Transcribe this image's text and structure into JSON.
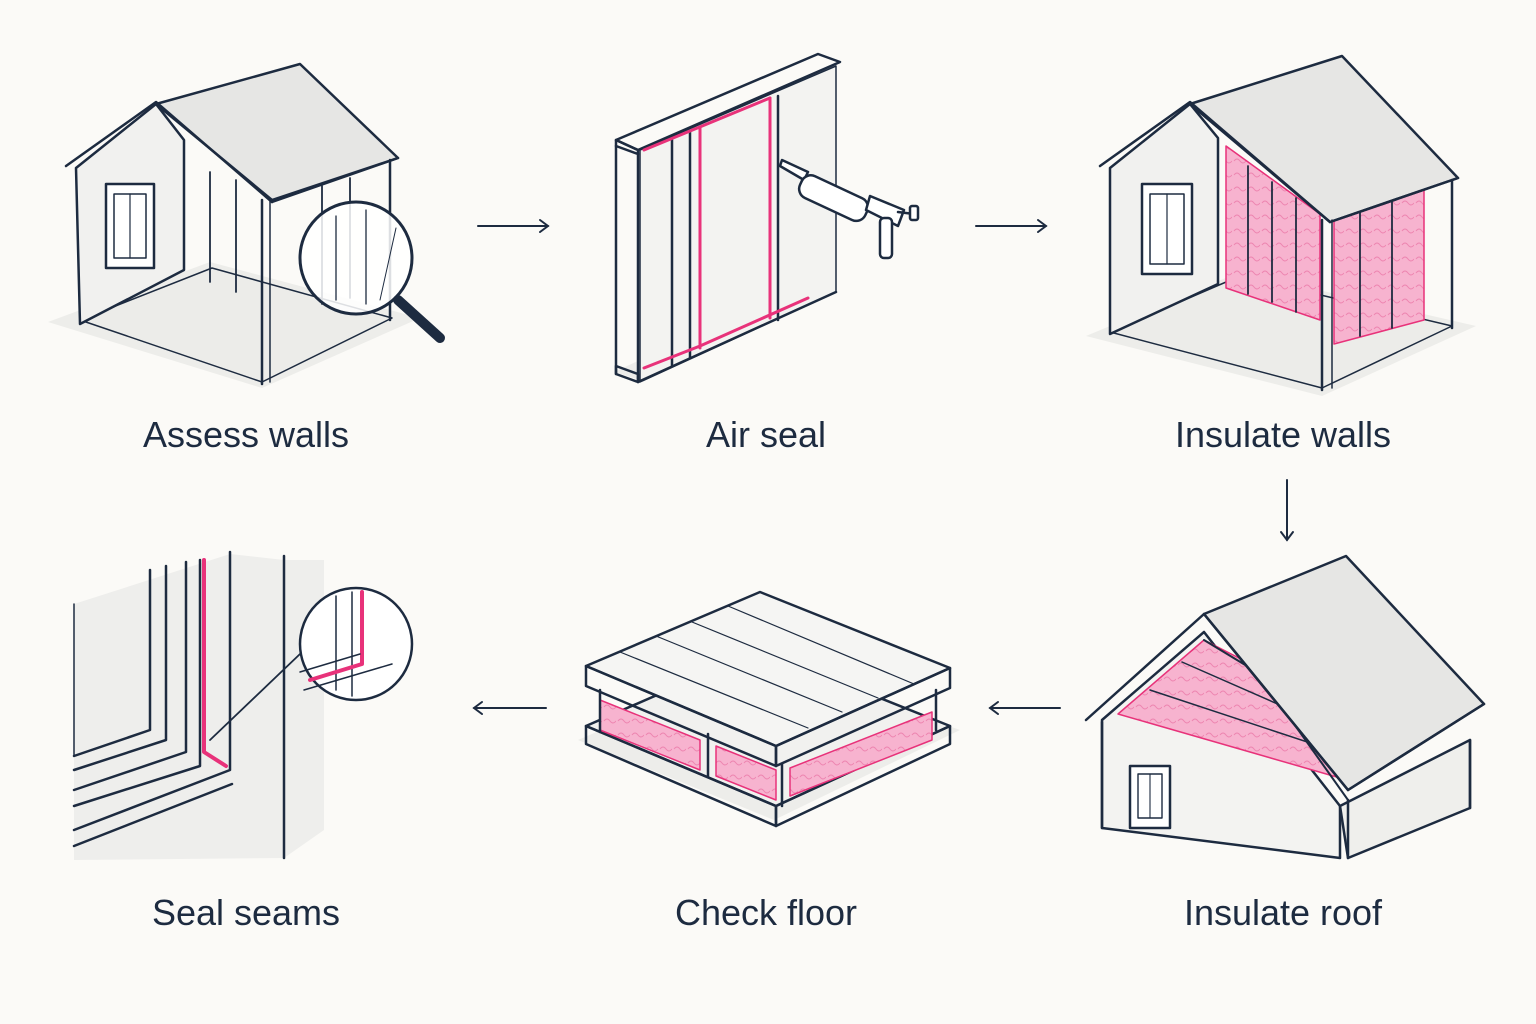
{
  "colors": {
    "ink": "#1d2b40",
    "accent": "#e8327a",
    "insulation": "#f4a3c3",
    "background": "#fbfaf7"
  },
  "steps": [
    {
      "label": "Assess walls",
      "icon": "house-magnifier-icon"
    },
    {
      "label": "Air seal",
      "icon": "wall-caulk-gun-icon"
    },
    {
      "label": "Insulate walls",
      "icon": "house-wall-insulation-icon"
    },
    {
      "label": "Insulate roof",
      "icon": "roof-insulation-icon"
    },
    {
      "label": "Check floor",
      "icon": "floor-insulation-icon"
    },
    {
      "label": "Seal seams",
      "icon": "seam-sealing-icon"
    }
  ],
  "arrows": [
    "arrow-right-icon",
    "arrow-right-icon",
    "arrow-down-icon",
    "arrow-left-icon",
    "arrow-left-icon"
  ]
}
